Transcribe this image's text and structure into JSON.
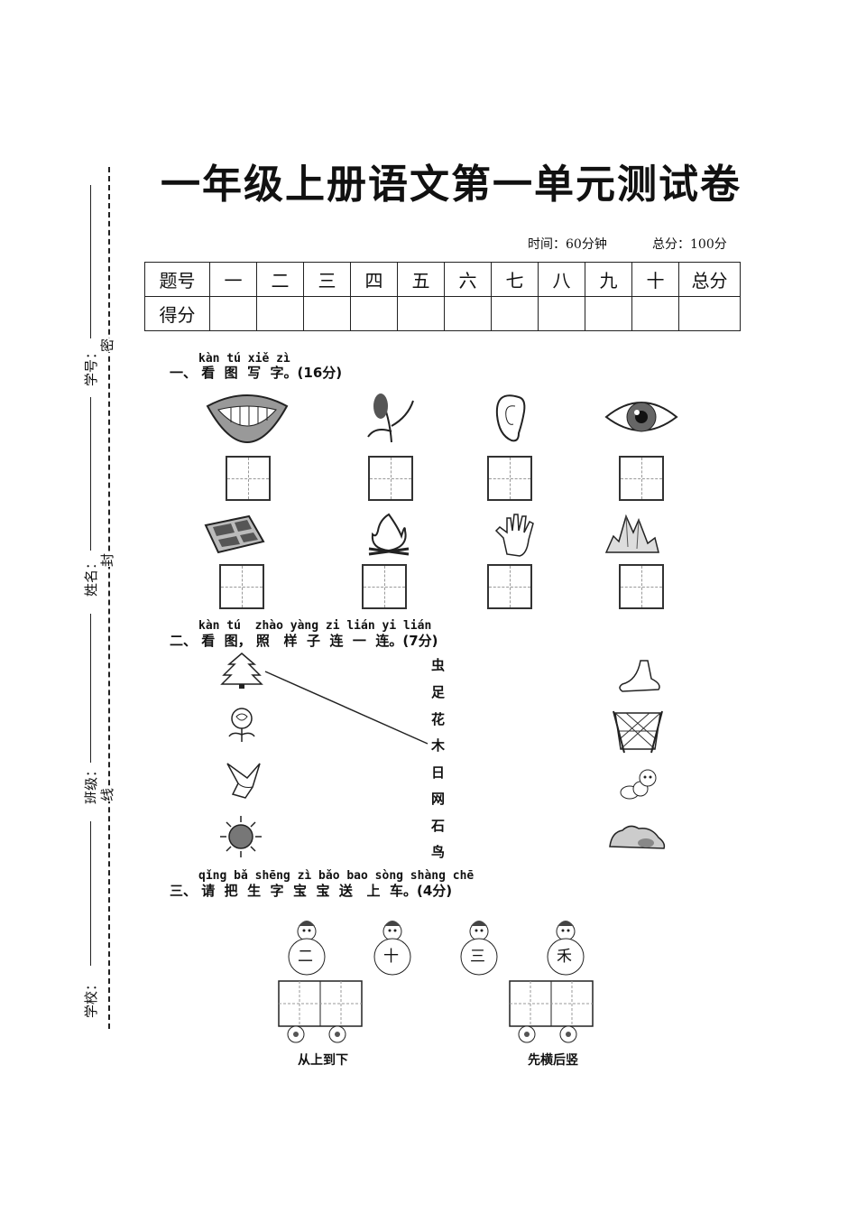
{
  "title": "一年级上册语文第一单元测试卷",
  "meta": {
    "time": "时间：60分钟",
    "total": "总分：100分"
  },
  "score_table": {
    "row1": [
      "题号",
      "一",
      "二",
      "三",
      "四",
      "五",
      "六",
      "七",
      "八",
      "九",
      "十",
      "总分"
    ],
    "row2_label": "得分"
  },
  "margin": {
    "fields": [
      "学号：",
      "姓名：",
      "班级：",
      "学校："
    ],
    "seal": [
      "密",
      "封",
      "线"
    ]
  },
  "q1": {
    "pinyin": "kàn tú xiě zì",
    "text": "一、 看  图  写  字。(16分)",
    "pics_row1": [
      "mouth-icon",
      "grain-icon",
      "ear-icon",
      "eye-icon"
    ],
    "pics_row2": [
      "field-icon",
      "fire-icon",
      "hand-icon",
      "mountain-icon"
    ]
  },
  "q2": {
    "pinyin": "kàn tú  zhào yàng zi lián yi lián",
    "text": "二、 看  图， 照   样  子  连  一  连。(7分)",
    "words": [
      "虫",
      "足",
      "花",
      "木",
      "日",
      "网",
      "石",
      "鸟"
    ],
    "left_pics": [
      "tree-icon",
      "flower-icon",
      "bird-icon",
      "sun-icon"
    ],
    "right_pics": [
      "foot-icon",
      "net-icon",
      "worm-icon",
      "stone-icon"
    ]
  },
  "q3": {
    "pinyin": "qǐng bǎ shēng zì bǎo bao sòng shàng chē",
    "text": "三、 请  把  生  字  宝  宝  送   上  车。(4分)",
    "chars": [
      "二",
      "十",
      "三",
      "禾"
    ],
    "captions": [
      "从上到下",
      "先横后竖"
    ]
  }
}
